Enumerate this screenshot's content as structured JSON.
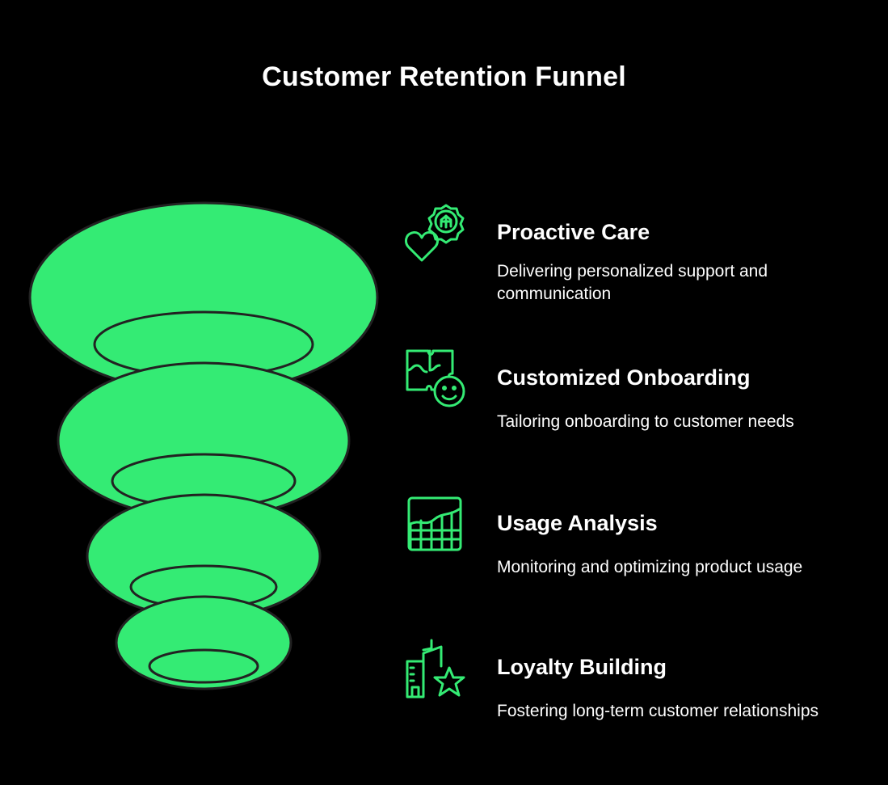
{
  "title": "Customer Retention Funnel",
  "colors": {
    "background": "#000000",
    "funnel_fill": "#34eb74",
    "funnel_stroke": "#222222",
    "icon_stroke": "#34eb74",
    "text": "#ffffff"
  },
  "stages": [
    {
      "icon": "heart-gear-icon",
      "title": "Proactive Care",
      "description": "Delivering personalized support and communication"
    },
    {
      "icon": "puzzle-face-icon",
      "title": "Customized Onboarding",
      "description": "Tailoring onboarding to customer needs"
    },
    {
      "icon": "growth-chart-icon",
      "title": "Usage Analysis",
      "description": "Monitoring and optimizing product usage"
    },
    {
      "icon": "building-star-icon",
      "title": "Loyalty Building",
      "description": "Fostering long-term customer relationships"
    }
  ]
}
